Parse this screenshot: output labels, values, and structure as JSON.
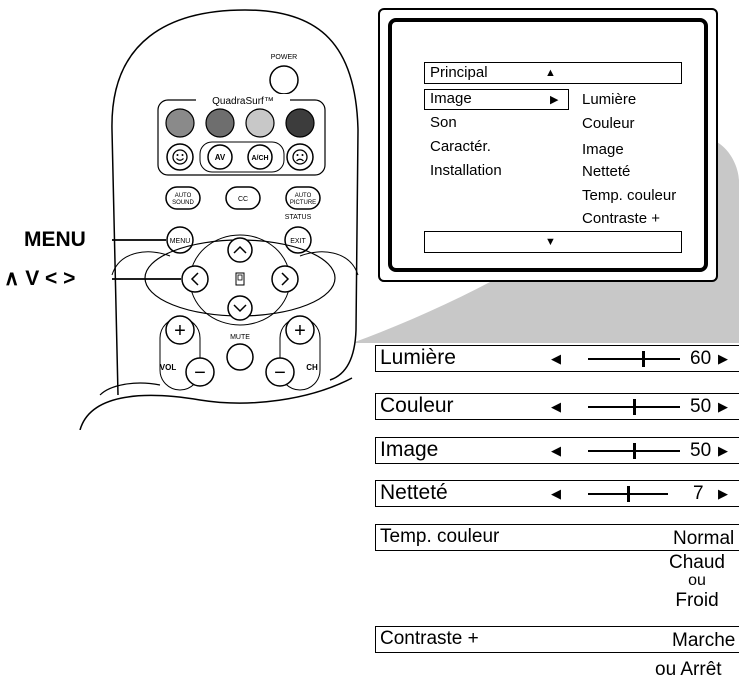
{
  "remote": {
    "power_label": "POWER",
    "quadrasurf_label": "QuadraSurf™",
    "av_label": "AV",
    "ach_label": "A/CH",
    "auto_sound_line1": "AUTO",
    "auto_sound_line2": "SOUND",
    "cc_label": "CC",
    "auto_picture_line1": "AUTO",
    "auto_picture_line2": "PICTURE",
    "status_label": "STATUS",
    "menu_btn_label": "MENU",
    "exit_label": "EXIT",
    "mute_label": "MUTE",
    "vol_label": "VOL",
    "ch_label": "CH",
    "plus": "+",
    "minus": "−",
    "colors": {
      "c1": "#8a8a8a",
      "c2": "#6e6e6e",
      "c3": "#c8c8c8",
      "c4": "#3c3c3c"
    }
  },
  "callouts": {
    "menu": "MENU",
    "arrows": "∧ V < >"
  },
  "tv_menu": {
    "top_item": "Principal",
    "up_arrow": "▲",
    "down_arrow": "▼",
    "right_arrow": "▶",
    "main_items": [
      "Image",
      "Son",
      "Caractér.",
      "Installation"
    ],
    "sub_items": [
      "Lumière",
      "Couleur",
      "Image",
      "Netteté",
      "Temp. couleur",
      "Contraste +"
    ]
  },
  "settings": {
    "left_arrow": "◀",
    "right_arrow": "▶",
    "sliders": [
      {
        "label": "Lumière",
        "value": "60",
        "level": 0.6
      },
      {
        "label": "Couleur",
        "value": "50",
        "level": 0.5
      },
      {
        "label": "Image",
        "value": "50",
        "level": 0.5
      },
      {
        "label": "Netteté",
        "value": "7",
        "level": 0.5
      }
    ],
    "temp": {
      "label": "Temp. couleur",
      "option": "Normal",
      "alt1": "Chaud",
      "alt2": "ou",
      "alt3": "Froid"
    },
    "contrast": {
      "label": "Contraste +",
      "option": "Marche",
      "alt": "ou Arrêt"
    }
  }
}
